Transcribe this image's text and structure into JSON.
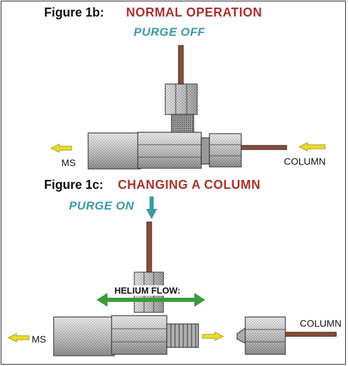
{
  "fig1b": {
    "label": "Figure 1b:",
    "title": "NORMAL OPERATION",
    "purge": "PURGE OFF",
    "left_label": "MS",
    "right_label": "COLUMN"
  },
  "fig1c": {
    "label": "Figure 1c:",
    "title": "CHANGING A COLUMN",
    "purge": "PURGE ON",
    "flow_label": "HELIUM FLOW:",
    "left_label": "MS",
    "right_label": "COLUMN"
  },
  "colors": {
    "title": "#a8322c",
    "purge": "#3a9aa8",
    "arrow_yellow": "#e8dc2a",
    "arrow_green": "#3c9a3c",
    "tube": "#8a4a34",
    "metal": "#b8b8b8"
  }
}
